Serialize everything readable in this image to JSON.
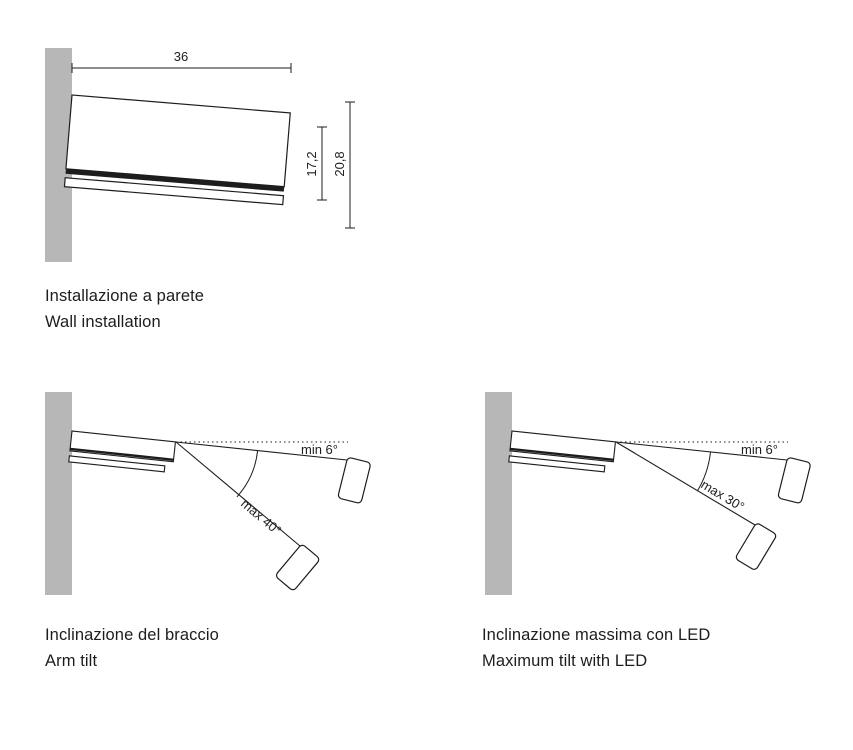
{
  "colors": {
    "background": "#ffffff",
    "wall": "#b7b7b7",
    "line": "#1d1d1d",
    "text": "#1d1d1d"
  },
  "wall_installation": {
    "caption_line1": "Installazione a parete",
    "caption_line2": "Wall installation",
    "dim_width": "36",
    "dim_inner_height": "17,2",
    "dim_outer_height": "20,8"
  },
  "arm_tilt": {
    "caption_line1": "Inclinazione del braccio",
    "caption_line2": "Arm tilt",
    "min_angle_label": "min 6°",
    "max_angle_label": "max 40°"
  },
  "max_tilt_led": {
    "caption_line1": "Inclinazione massima con LED",
    "caption_line2": "Maximum tilt with LED",
    "min_angle_label": "min 6°",
    "max_angle_label": "max 30°"
  }
}
